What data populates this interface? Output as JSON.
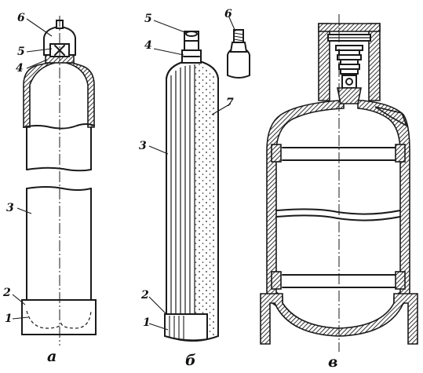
{
  "figure": {
    "panels": [
      {
        "id": "a",
        "caption": "а",
        "labels": [
          "6",
          "5",
          "4",
          "3",
          "2",
          "1"
        ]
      },
      {
        "id": "b",
        "caption": "б",
        "labels": [
          "5",
          "4",
          "6",
          "7",
          "3",
          "2",
          "1"
        ]
      },
      {
        "id": "c",
        "caption": "в",
        "labels": []
      }
    ]
  }
}
